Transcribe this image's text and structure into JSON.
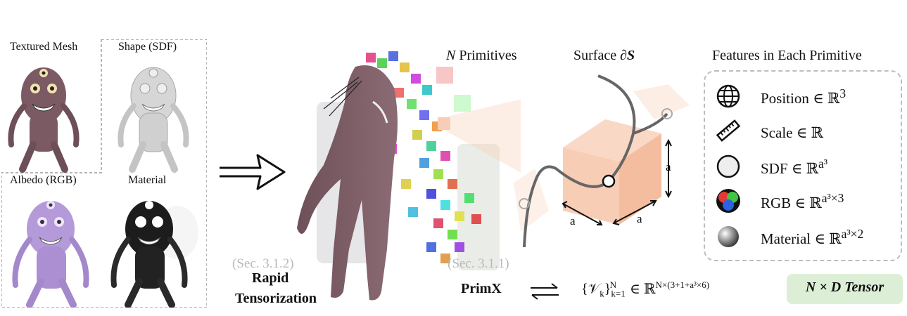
{
  "left_panel": {
    "textured_mesh": "Textured Mesh",
    "shape_sdf": "Shape (SDF)",
    "albedo": "Albedo (RGB)",
    "material": "Material"
  },
  "middle": {
    "sec_312": "(Sec. 3.1.2)",
    "rapid": "Rapid",
    "tensorization": "Tensorization",
    "sec_311": "(Sec. 3.1.1)",
    "n_primitives": "Primitives",
    "n_symbol": "N",
    "primx": "PrimX"
  },
  "cube": {
    "surface": "Surface ∂",
    "surface_symbol": "S",
    "edge_a": "a"
  },
  "features": {
    "title": "Features in Each Primitive",
    "items": [
      {
        "icon": "globe-icon",
        "label": "Position ∈ ℝ",
        "sup": "3"
      },
      {
        "icon": "ruler-icon",
        "label": "Scale ∈ ℝ",
        "sup": ""
      },
      {
        "icon": "circle-icon",
        "label": "SDF ∈ ℝ",
        "sup": "a³"
      },
      {
        "icon": "rgb-circles-icon",
        "label": "RGB ∈ ℝ",
        "sup": "a³×3"
      },
      {
        "icon": "material-sphere-icon",
        "label": "Material ∈ ℝ",
        "sup": "a³×2"
      }
    ]
  },
  "formula": {
    "set_expr": "{𝒱",
    "sub_k": "k",
    "close": "}",
    "sub_range": "k=1",
    "sup_N": "N",
    "in_R": " ∈ ℝ",
    "sup_dims": "N×(3+1+a³×6)"
  },
  "tensor": {
    "label": "N × D Tensor"
  },
  "colors": {
    "cube": "#f8cdb5",
    "tensor_bg": "#dcefd6",
    "monster_skin": "#7b5a63",
    "albedo": "#b49ad8"
  }
}
